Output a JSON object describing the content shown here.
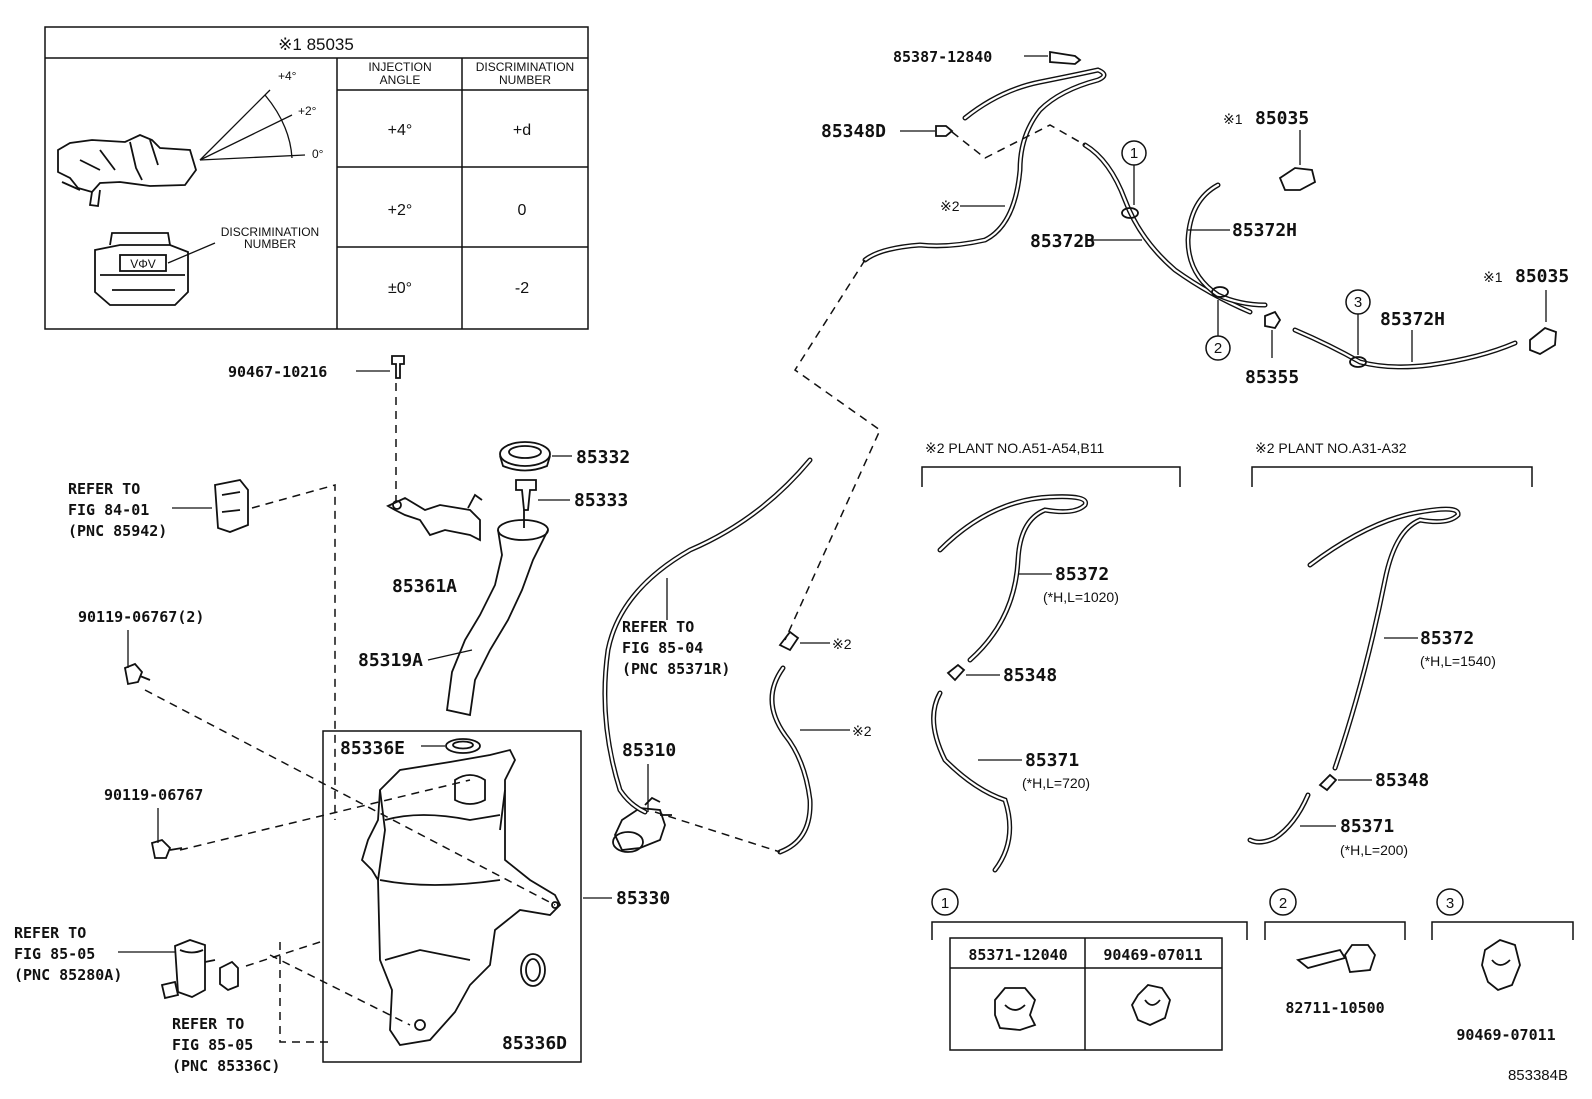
{
  "detail_table": {
    "title": "※1 85035",
    "col_angle": "INJECTION ANGLE",
    "col_disc": "DISCRIMINATION NUMBER",
    "rows": [
      {
        "angle": "+4°",
        "disc": "+d"
      },
      {
        "angle": "+2°",
        "disc": "0"
      },
      {
        "angle": "±0°",
        "disc": "-2"
      }
    ],
    "angle_labels": [
      "+4°",
      "+2°",
      "0°"
    ],
    "disc_label": "DISCRIMINATION NUMBER"
  },
  "parts": {
    "p90467": "90467-10216",
    "p85361A": "85361A",
    "p85332": "85332",
    "p85333": "85333",
    "p85319A": "85319A",
    "p85336E": "85336E",
    "p85330": "85330",
    "p85336D": "85336D",
    "p85310": "85310",
    "p90119_2": "90119-06767(2)",
    "p90119": "90119-06767",
    "p85387": "85387-12840",
    "p85348D": "85348D",
    "p85372B": "85372B",
    "p85372H_a": "85372H",
    "p85372H_b": "85372H",
    "p85355": "85355",
    "p85035_a": "85035",
    "p85035_b": "85035",
    "mark_1": "※1",
    "mark_2": "※2"
  },
  "refs": {
    "fig8401": [
      "REFER TO",
      "FIG 84-01",
      "(PNC 85942)"
    ],
    "fig8504": [
      "REFER TO",
      "FIG 85-04",
      "(PNC 85371R)"
    ],
    "fig8505a": [
      "REFER TO",
      "FIG 85-05",
      "(PNC 85280A)"
    ],
    "fig8505b": [
      "REFER TO",
      "FIG 85-05",
      "(PNC 85336C)"
    ]
  },
  "plant_a": {
    "title": "※2 PLANT NO.A51-A54,B11",
    "p85372": "85372",
    "note_85372": "(*H,L=1020)",
    "p85348": "85348",
    "p85371": "85371",
    "note_85371": "(*H,L=720)"
  },
  "plant_b": {
    "title": "※2 PLANT NO.A31-A32",
    "p85372": "85372",
    "note_85372": "(*H,L=1540)",
    "p85348": "85348",
    "p85371": "85371",
    "note_85371": "(*H,L=200)"
  },
  "clips": {
    "num1": "1",
    "num2": "2",
    "num3": "3",
    "c1_left": "85371-12040",
    "c1_right": "90469-07011",
    "c2": "82711-10500",
    "c3": "90469-07011"
  },
  "figure_id": "853384B"
}
